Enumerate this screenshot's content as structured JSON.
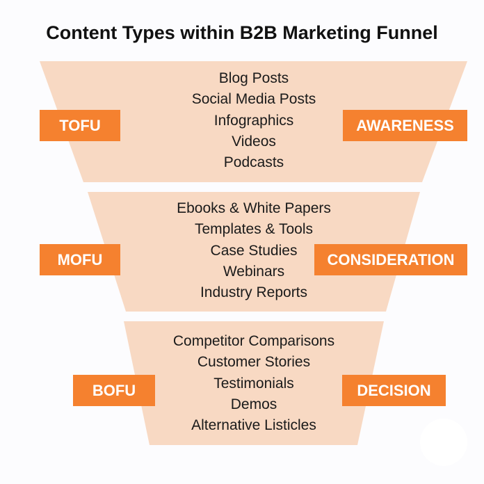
{
  "title": "Content Types within B2B Marketing Funnel",
  "colors": {
    "funnel": "#f8d9c3",
    "tag": "#f5812f",
    "background": "#fcfcfe"
  },
  "stages": [
    {
      "stage": "TOFU",
      "goal": "AWARENESS",
      "items": [
        "Blog Posts",
        "Social Media Posts",
        "Infographics",
        "Videos",
        "Podcasts"
      ]
    },
    {
      "stage": "MOFU",
      "goal": "CONSIDERATION",
      "items": [
        "Ebooks & White Papers",
        "Templates & Tools",
        "Case Studies",
        "Webinars",
        "Industry Reports"
      ]
    },
    {
      "stage": "BOFU",
      "goal": "DECISION",
      "items": [
        "Competitor Comparisons",
        "Customer Stories",
        "Testimonials",
        "Demos",
        "Alternative Listicles"
      ]
    }
  ]
}
